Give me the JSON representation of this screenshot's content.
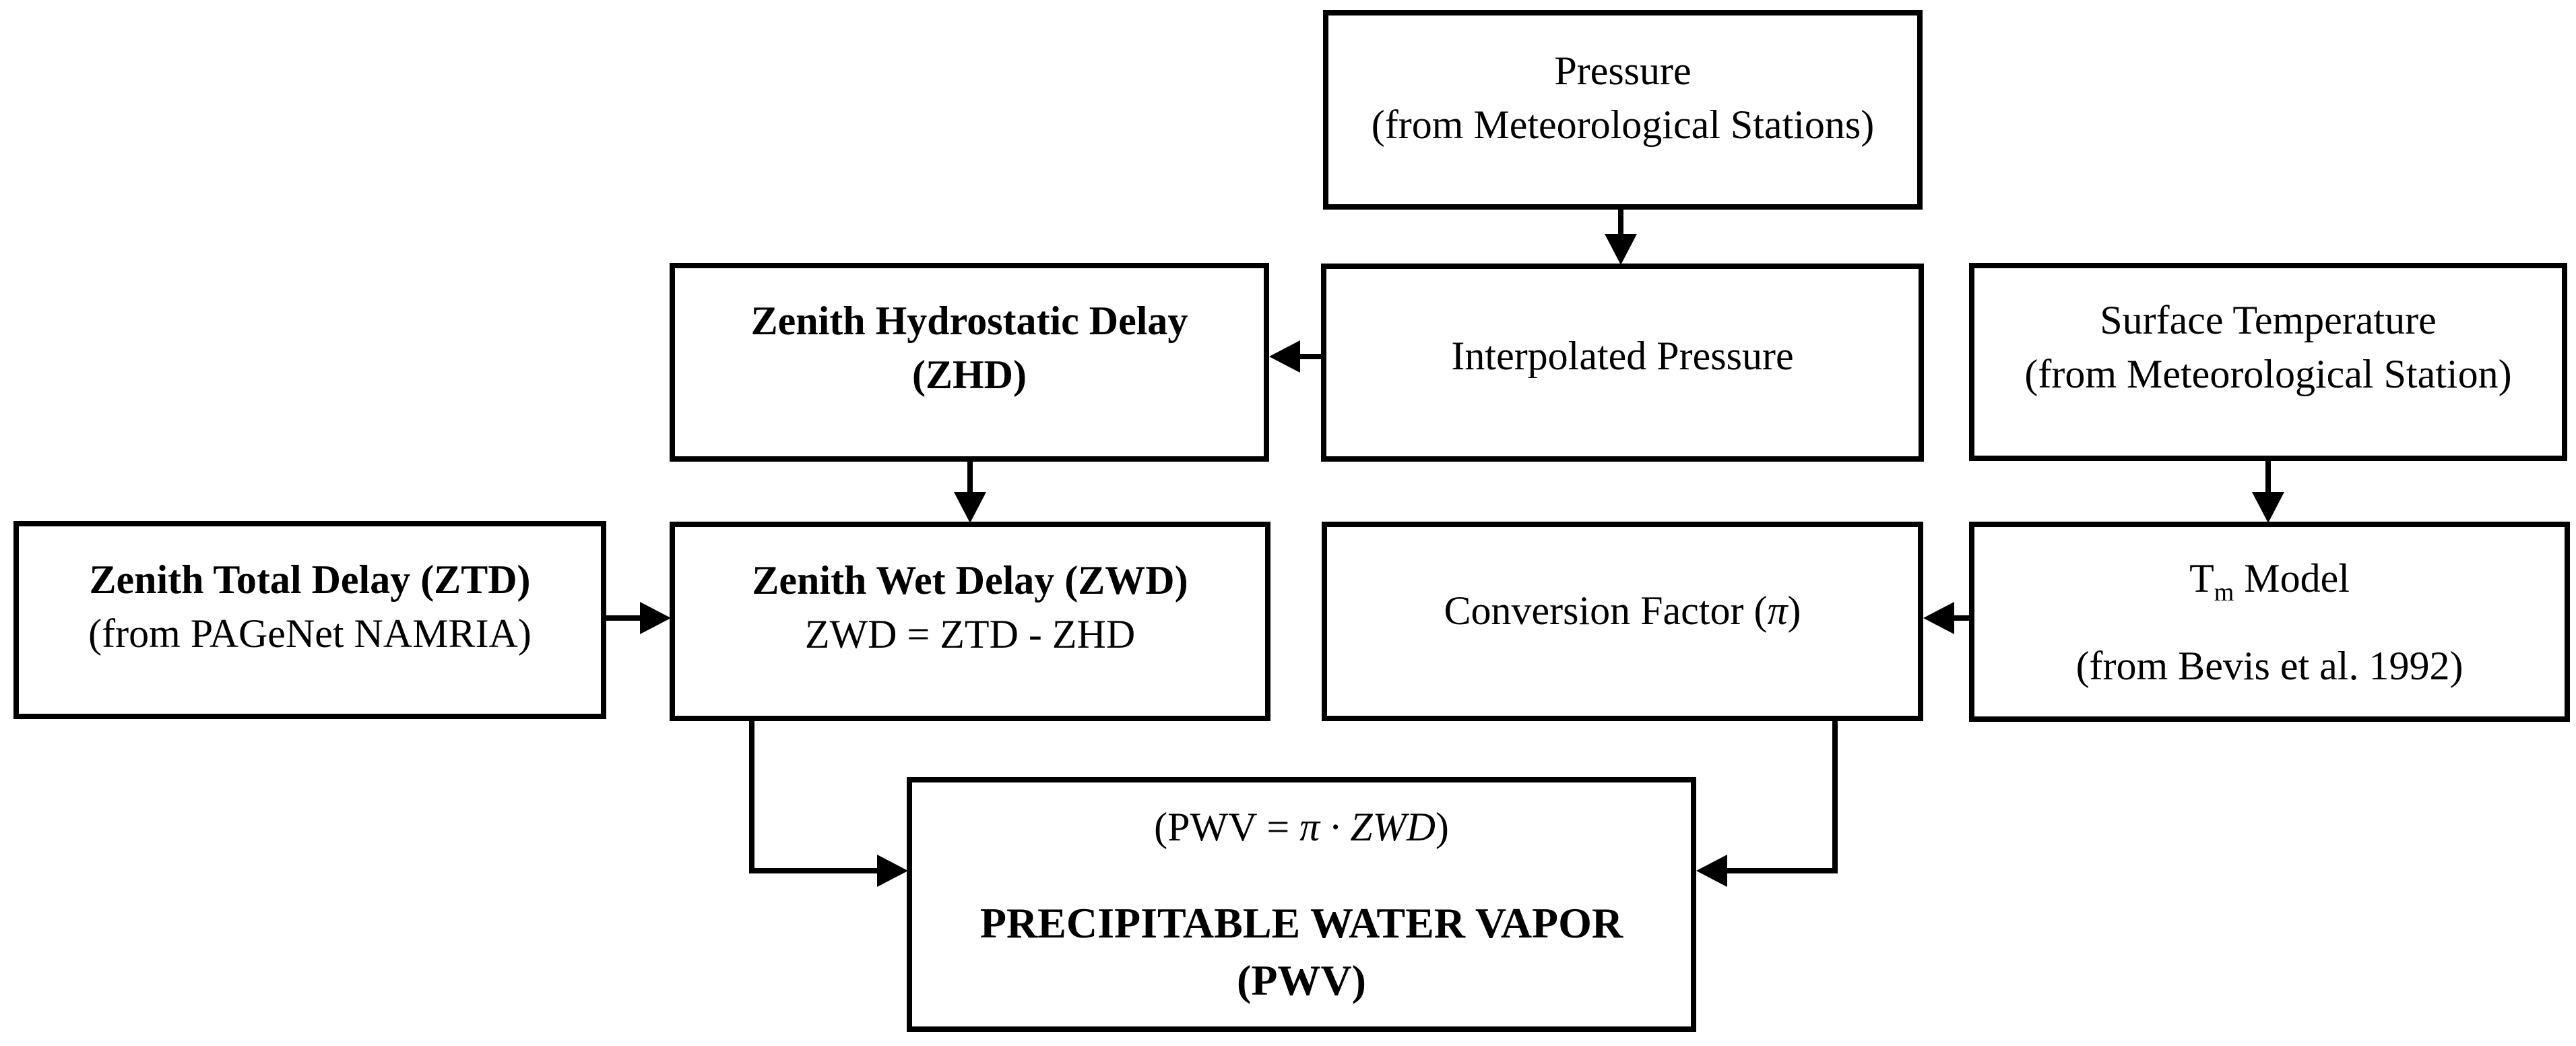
{
  "diagram": {
    "background_color": "#ffffff",
    "line_color": "#000000",
    "boxes": {
      "pressure": {
        "line1": "Pressure",
        "line2": "(from Meteorological Stations)"
      },
      "zenith_hydrostatic_delay": {
        "line1": "Zenith Hydrostatic Delay",
        "line2": "(ZHD)"
      },
      "interpolated_pressure": {
        "line1": "Interpolated Pressure"
      },
      "surface_temperature": {
        "line1": "Surface Temperature",
        "line2": "(from Meteorological Station)"
      },
      "zenith_total_delay": {
        "line1": "Zenith Total Delay (ZTD)",
        "line2": "(from PAGeNet NAMRIA)"
      },
      "zenith_wet_delay": {
        "line1": "Zenith Wet Delay (ZWD)",
        "line2": "ZWD = ZTD - ZHD"
      },
      "conversion_factor": {
        "prefix": "Conversion Factor (",
        "pi": "π",
        "suffix": ")"
      },
      "tm_model": {
        "t": "T",
        "sub": "m",
        "model": " Model",
        "line2": "(from Bevis et al. 1992)"
      },
      "pwv": {
        "formula_prefix": "(PWV = ",
        "formula_italic": "π · ZWD",
        "formula_suffix": ")",
        "title": "PRECIPITABLE WATER VAPOR",
        "subtitle": "(PWV)"
      }
    },
    "edges": [
      {
        "from": "pressure",
        "to": "interpolated_pressure"
      },
      {
        "from": "interpolated_pressure",
        "to": "zenith_hydrostatic_delay"
      },
      {
        "from": "zenith_hydrostatic_delay",
        "to": "zenith_wet_delay"
      },
      {
        "from": "zenith_total_delay",
        "to": "zenith_wet_delay"
      },
      {
        "from": "surface_temperature",
        "to": "tm_model"
      },
      {
        "from": "tm_model",
        "to": "conversion_factor"
      },
      {
        "from": "zenith_wet_delay",
        "to": "pwv"
      },
      {
        "from": "conversion_factor",
        "to": "pwv"
      }
    ]
  }
}
